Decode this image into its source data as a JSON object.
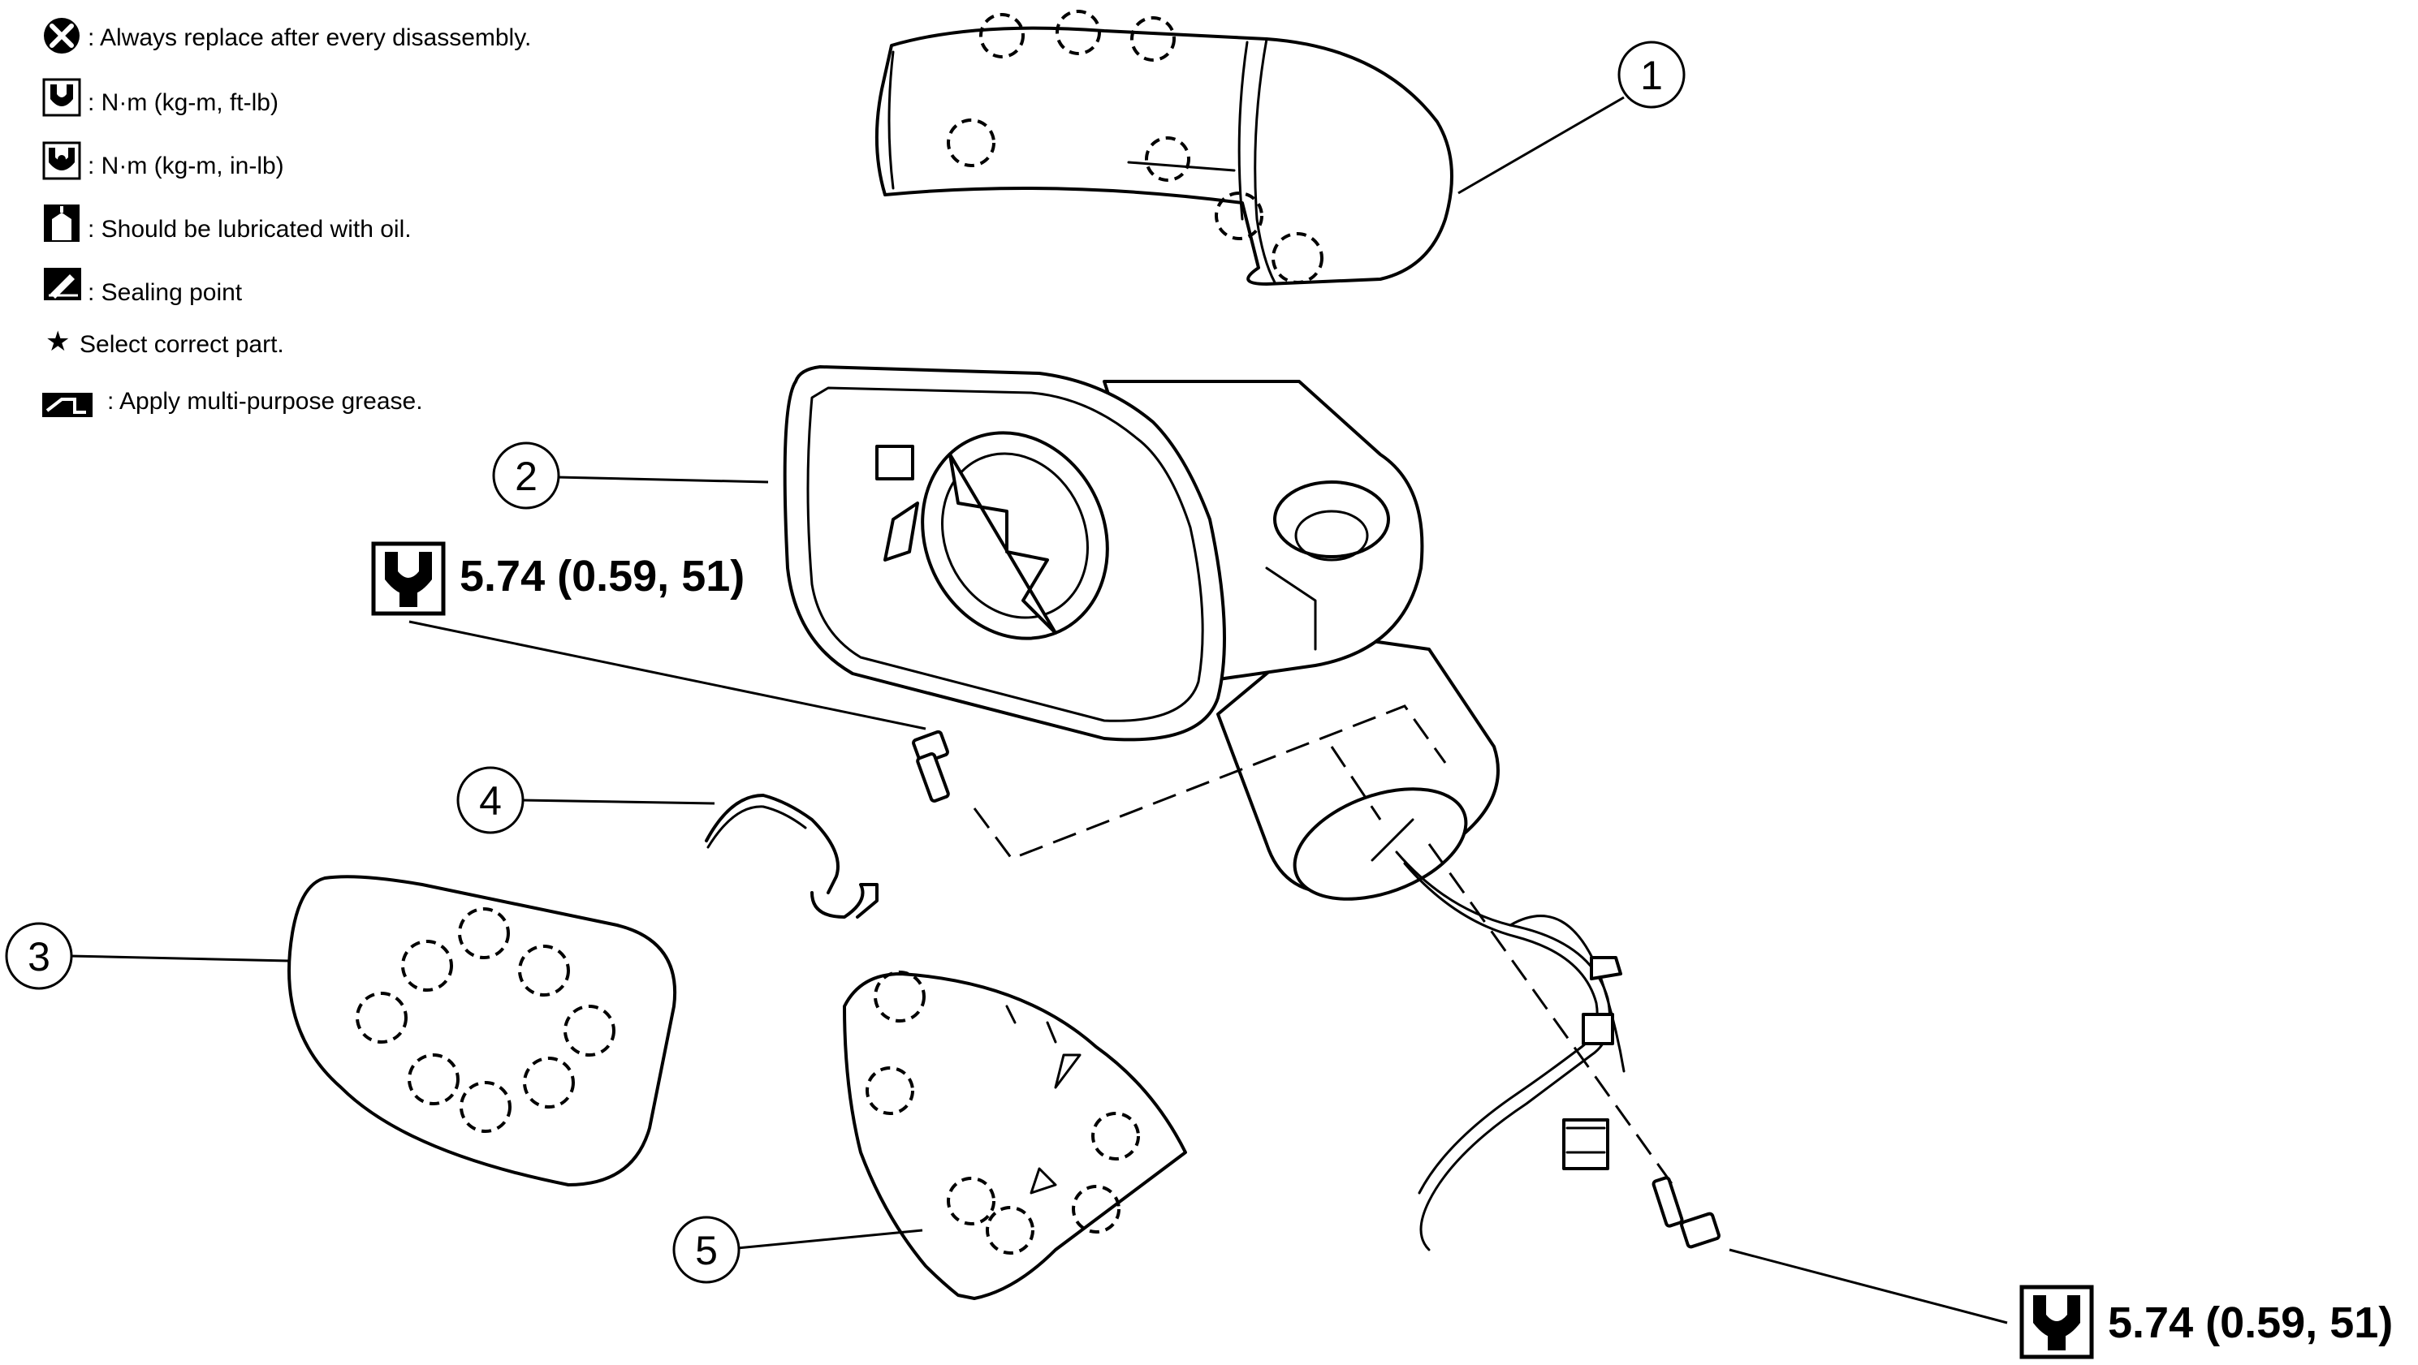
{
  "legend": {
    "items": [
      {
        "icon": "no-reuse-icon",
        "text": ": Always replace after every disassembly."
      },
      {
        "icon": "torque-wrench-icon",
        "text": ": N·m (kg-m, ft-lb)"
      },
      {
        "icon": "torque-wrench-small-icon",
        "text": ": N·m (kg-m, in-lb)"
      },
      {
        "icon": "oil-can-icon",
        "text": ": Should be lubricated with oil."
      },
      {
        "icon": "sealing-icon",
        "text": ": Sealing point"
      },
      {
        "icon": "star-icon",
        "text": "Select correct part."
      },
      {
        "icon": "grease-icon",
        "text": ": Apply multi-purpose grease."
      }
    ]
  },
  "callouts": [
    {
      "number": "1"
    },
    {
      "number": "2"
    },
    {
      "number": "3"
    },
    {
      "number": "4"
    },
    {
      "number": "5"
    }
  ],
  "torque_specs": [
    {
      "text": "5.74 (0.59, 51)"
    },
    {
      "text": "5.74 (0.59, 51)"
    }
  ]
}
